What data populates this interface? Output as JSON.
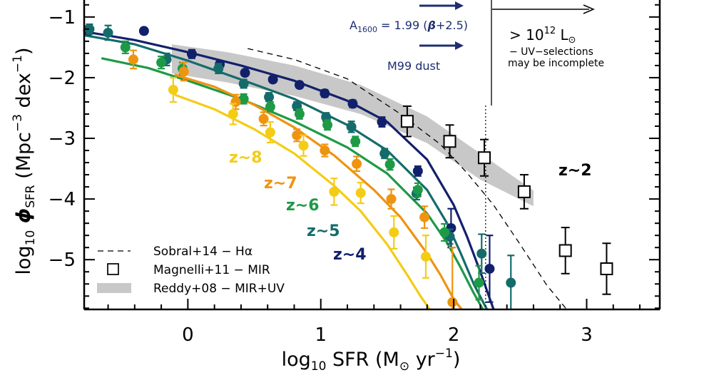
{
  "chart_data": {
    "type": "scatter",
    "xlabel": {
      "pre": "log",
      "sub": "10",
      "mid": " SFR (M",
      "sym": "⊙",
      "post": " yr",
      "sup": "−1",
      "close": ")"
    },
    "ylabel": {
      "pre": "log",
      "sub": "10",
      "phi": " ϕ",
      "phisub": "SFR",
      "mid": " (Mpc",
      "sup": "−3",
      "post": " dex",
      "sup2": "−1",
      "close": ")"
    },
    "xlim": [
      -0.78,
      3.55
    ],
    "ylim": [
      -5.82,
      -0.72
    ],
    "xticks": [
      0,
      1,
      2,
      3
    ],
    "xtick_labels": [
      "0",
      "1",
      "2",
      "3"
    ],
    "yticks": [
      -1,
      -2,
      -3,
      -4,
      -5
    ],
    "ytick_labels": [
      "−1",
      "−2",
      "−3",
      "−4",
      "−5"
    ],
    "colors": {
      "z4": "#12206c",
      "z5": "#156b6b",
      "z6": "#1e9a46",
      "z7": "#ee9410",
      "z8": "#f4cc16",
      "reddy": "#c8c8c8",
      "annot": "#1e2e70"
    },
    "series": [
      {
        "name": "z~4",
        "key": "z4",
        "x": [
          -0.75,
          -0.33,
          0.03,
          0.24,
          0.43,
          0.64,
          0.84,
          1.03,
          1.24,
          1.46,
          1.73,
          1.98,
          2.27
        ],
        "y": [
          -1.22,
          -1.23,
          -1.61,
          -1.78,
          -1.92,
          -2.03,
          -2.12,
          -2.26,
          -2.43,
          -2.73,
          -3.54,
          -4.48,
          -5.15
        ],
        "yerr": [
          0.07,
          0.05,
          0.07,
          0.06,
          0.05,
          0.05,
          0.05,
          0.06,
          0.06,
          0.08,
          0.08,
          0.32,
          0.55
        ],
        "curve": {
          "x": [
            -0.78,
            -0.4,
            0,
            0.4,
            0.8,
            1.2,
            1.5,
            1.8,
            2.0,
            2.1,
            2.2,
            2.3
          ],
          "y": [
            -1.24,
            -1.38,
            -1.58,
            -1.8,
            -2.05,
            -2.38,
            -2.73,
            -3.35,
            -4.1,
            -4.62,
            -5.2,
            -5.82
          ]
        }
      },
      {
        "name": "z~5",
        "key": "z5",
        "x": [
          -0.74,
          -0.6,
          -0.16,
          0.23,
          0.42,
          0.61,
          0.82,
          1.04,
          1.23,
          1.48,
          1.72,
          1.97,
          2.21,
          2.43
        ],
        "y": [
          -1.2,
          -1.26,
          -1.7,
          -1.85,
          -2.1,
          -2.32,
          -2.47,
          -2.65,
          -2.81,
          -3.25,
          -3.91,
          -4.62,
          -4.9,
          -5.38
        ],
        "yerr": [
          0.08,
          0.12,
          0.1,
          0.08,
          0.07,
          0.07,
          0.07,
          0.07,
          0.09,
          0.08,
          0.1,
          0.12,
          0.32,
          0.45
        ],
        "curve": {
          "x": [
            -0.78,
            -0.4,
            0,
            0.4,
            0.8,
            1.2,
            1.5,
            1.8,
            1.95,
            2.05,
            2.15,
            2.25
          ],
          "y": [
            -1.3,
            -1.45,
            -1.72,
            -2.03,
            -2.35,
            -2.78,
            -3.2,
            -3.85,
            -4.4,
            -4.88,
            -5.4,
            -5.82
          ]
        }
      },
      {
        "name": "z~6",
        "key": "z6",
        "x": [
          -0.47,
          -0.2,
          -0.04,
          0.42,
          0.62,
          0.84,
          1.05,
          1.26,
          1.52,
          1.73,
          1.93,
          2.19
        ],
        "y": [
          -1.5,
          -1.75,
          -1.85,
          -2.35,
          -2.48,
          -2.6,
          -2.78,
          -3.05,
          -3.43,
          -3.85,
          -4.55,
          -5.38
        ],
        "yerr": [
          0.1,
          0.1,
          0.1,
          0.08,
          0.08,
          0.08,
          0.08,
          0.08,
          0.09,
          0.11,
          0.14,
          0.28
        ],
        "curve": {
          "x": [
            -0.65,
            -0.3,
            0,
            0.4,
            0.8,
            1.2,
            1.5,
            1.8,
            1.95,
            2.05,
            2.15,
            2.22
          ],
          "y": [
            -1.68,
            -1.84,
            -2.05,
            -2.35,
            -2.72,
            -3.15,
            -3.58,
            -4.24,
            -4.72,
            -5.12,
            -5.55,
            -5.82
          ]
        }
      },
      {
        "name": "z~7",
        "key": "z7",
        "x": [
          -0.41,
          -0.03,
          0.36,
          0.57,
          0.82,
          1.03,
          1.27,
          1.53,
          1.78,
          1.99
        ],
        "y": [
          -1.7,
          -1.9,
          -2.4,
          -2.68,
          -2.95,
          -3.2,
          -3.42,
          -4.0,
          -4.3,
          -5.7
        ],
        "yerr": [
          0.15,
          0.15,
          0.12,
          0.11,
          0.1,
          0.1,
          0.12,
          0.16,
          0.18,
          0.9
        ],
        "curve": {
          "x": [
            -0.1,
            0.2,
            0.5,
            0.8,
            1.1,
            1.4,
            1.6,
            1.8,
            1.9,
            2.0,
            2.06
          ],
          "y": [
            -1.95,
            -2.15,
            -2.45,
            -2.82,
            -3.28,
            -3.85,
            -4.3,
            -4.9,
            -5.25,
            -5.65,
            -5.82
          ]
        }
      },
      {
        "name": "z~8",
        "key": "z8",
        "x": [
          -0.11,
          0.34,
          0.62,
          0.87,
          1.1,
          1.3,
          1.55,
          1.79
        ],
        "y": [
          -2.2,
          -2.6,
          -2.9,
          -3.12,
          -3.88,
          -3.9,
          -4.55,
          -4.95
        ],
        "yerr": [
          0.2,
          0.17,
          0.17,
          0.17,
          0.22,
          0.17,
          0.27,
          0.35
        ],
        "curve": {
          "x": [
            -0.1,
            0.2,
            0.5,
            0.8,
            1.1,
            1.3,
            1.5,
            1.65,
            1.75,
            1.82
          ],
          "y": [
            -2.28,
            -2.52,
            -2.85,
            -3.25,
            -3.78,
            -4.2,
            -4.75,
            -5.25,
            -5.6,
            -5.82
          ]
        }
      }
    ],
    "magnelli": {
      "x": [
        1.65,
        1.97,
        2.23,
        2.53,
        2.84,
        3.15
      ],
      "y": [
        -2.72,
        -3.05,
        -3.32,
        -3.88,
        -4.85,
        -5.15
      ],
      "yerr": [
        0.25,
        0.27,
        0.3,
        0.28,
        0.38,
        0.42
      ]
    },
    "sobral": {
      "x": [
        0.45,
        0.8,
        1.2,
        1.6,
        1.9,
        2.1,
        2.3,
        2.5,
        2.7,
        2.85
      ],
      "y": [
        -1.52,
        -1.7,
        -2.02,
        -2.6,
        -3.1,
        -3.57,
        -4.1,
        -4.75,
        -5.42,
        -5.82
      ]
    },
    "reddy_band": {
      "upper": {
        "x": [
          -0.12,
          0.3,
          0.8,
          1.3,
          1.8,
          2.2,
          2.6
        ],
        "y": [
          -1.45,
          -1.58,
          -1.8,
          -2.12,
          -2.64,
          -3.25,
          -3.86
        ]
      },
      "lower": {
        "x": [
          -0.12,
          0.3,
          0.8,
          1.3,
          1.8,
          2.2,
          2.6
        ],
        "y": [
          -1.93,
          -2.08,
          -2.3,
          -2.6,
          -3.08,
          -3.68,
          -4.12
        ]
      }
    },
    "lir_line_x": 2.24,
    "labels": {
      "z4": "z~4",
      "z5": "z~5",
      "z6": "z~6",
      "z7": "z~7",
      "z8": "z~8",
      "z2": "z~2",
      "a1600": {
        "pre": "A",
        "sub": "1600",
        "post": " = 1.99 (",
        "beta": "β",
        "tail": "+2.5)"
      },
      "m99": "M99 dust",
      "lum": {
        "pre": "> 10",
        "sup": "12",
        "post": " L",
        "sym": "⊙"
      },
      "uv1": "− UV−selections",
      "uv2": "may be incomplete"
    },
    "legend": [
      {
        "key": "sobral",
        "label": "Sobral+14 − Hα"
      },
      {
        "key": "magnelli",
        "label": "Magnelli+11 − MIR"
      },
      {
        "key": "reddy",
        "label": "Reddy+08 − MIR+UV"
      }
    ]
  }
}
